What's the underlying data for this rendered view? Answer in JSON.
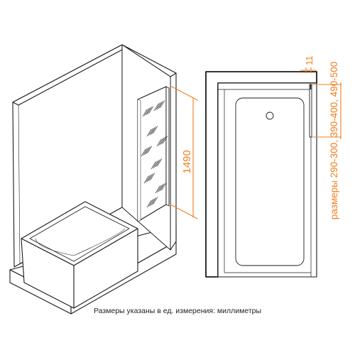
{
  "colors": {
    "outline": "#1a1a1a",
    "glass": "#ffffff",
    "accent": "#f07f1c"
  },
  "perspective": {
    "height_dimension": "1490"
  },
  "plan": {
    "gap_dimension": "11",
    "sizes_label": "размеры 290-300, 390-400, 490-500"
  },
  "caption": "Размеры указаны в ед. измерения: миллиметры"
}
